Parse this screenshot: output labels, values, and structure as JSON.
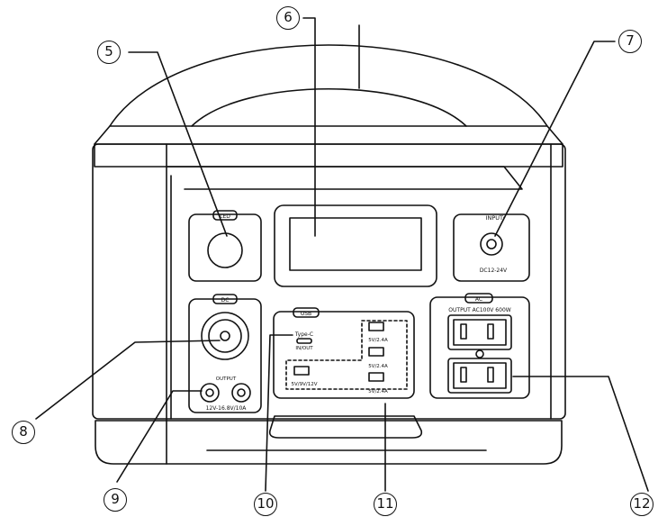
{
  "callouts": [
    {
      "id": "5",
      "label": "5"
    },
    {
      "id": "6",
      "label": "6"
    },
    {
      "id": "7",
      "label": "7"
    },
    {
      "id": "8",
      "label": "8"
    },
    {
      "id": "9",
      "label": "9"
    },
    {
      "id": "10",
      "label": "10"
    },
    {
      "id": "11",
      "label": "11"
    },
    {
      "id": "12",
      "label": "12"
    }
  ],
  "panel_labels": {
    "led": "LED",
    "input": "INPUT:",
    "dc_input": "DC12-24V",
    "dc_button": "DC",
    "output": "OUTPUT",
    "dc_output_rating": "12V-16.8V/10A",
    "usb": "USB",
    "type_c": "Type-C",
    "type_c_io": "IN/OUT",
    "usb_a_1": "5V/2.4A",
    "usb_a_2": "5V/2.4A",
    "usb_a_3": "5V/2.4A",
    "usb_qc": "5V/9V/12V",
    "ac_button": "AC",
    "ac_output": "OUTPUT AC100V 600W"
  },
  "colors": {
    "line": "#111111",
    "background": "#ffffff"
  }
}
